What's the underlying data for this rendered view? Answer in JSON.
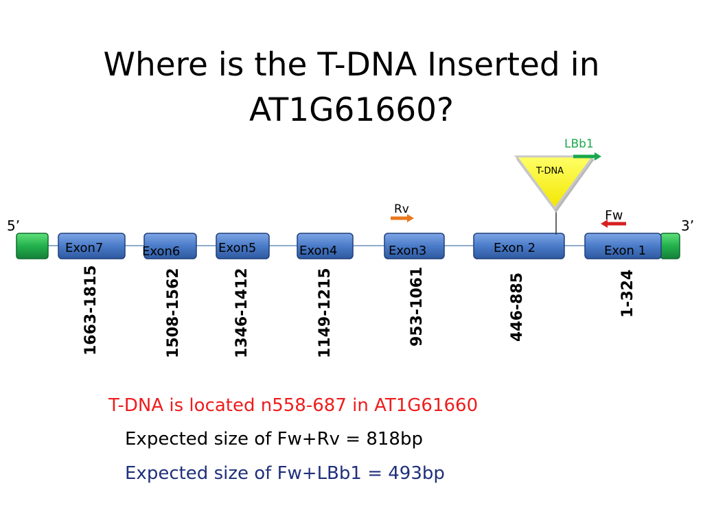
{
  "title": {
    "line1": "Where is the T-DNA Inserted in",
    "line2": "AT1G61660?"
  },
  "diagram": {
    "five_prime": "5’",
    "three_prime": "3’",
    "tdna_label": "T-DNA",
    "primers": {
      "lbb1": "LBb1",
      "rv": "Rv",
      "fw": "Fw"
    },
    "exons": [
      {
        "label": "Exon7",
        "range": "1663-1815"
      },
      {
        "label": "Exon6",
        "range": "1508-1562"
      },
      {
        "label": "Exon5",
        "range": "1346-1412"
      },
      {
        "label": "Exon4",
        "range": "1149-1215"
      },
      {
        "label": "Exon3",
        "range": "953-1061"
      },
      {
        "label": "Exon 2",
        "range": "446-885"
      },
      {
        "label": "Exon 1",
        "range": "1-324"
      }
    ],
    "colors": {
      "exon": "#4a7bc8",
      "utr": "#22b04c",
      "tdna": "#ffff33",
      "lbb1_arrow": "#1aa84e",
      "rv_arrow": "#e8781e",
      "fw_arrow": "#d62020"
    }
  },
  "notes": {
    "location": "T-DNA is located n558-687 in AT1G61660",
    "fw_rv": "Expected size of Fw+Rv = 818bp",
    "fw_lbb1": "Expected size of Fw+LBb1 = 493bp"
  }
}
